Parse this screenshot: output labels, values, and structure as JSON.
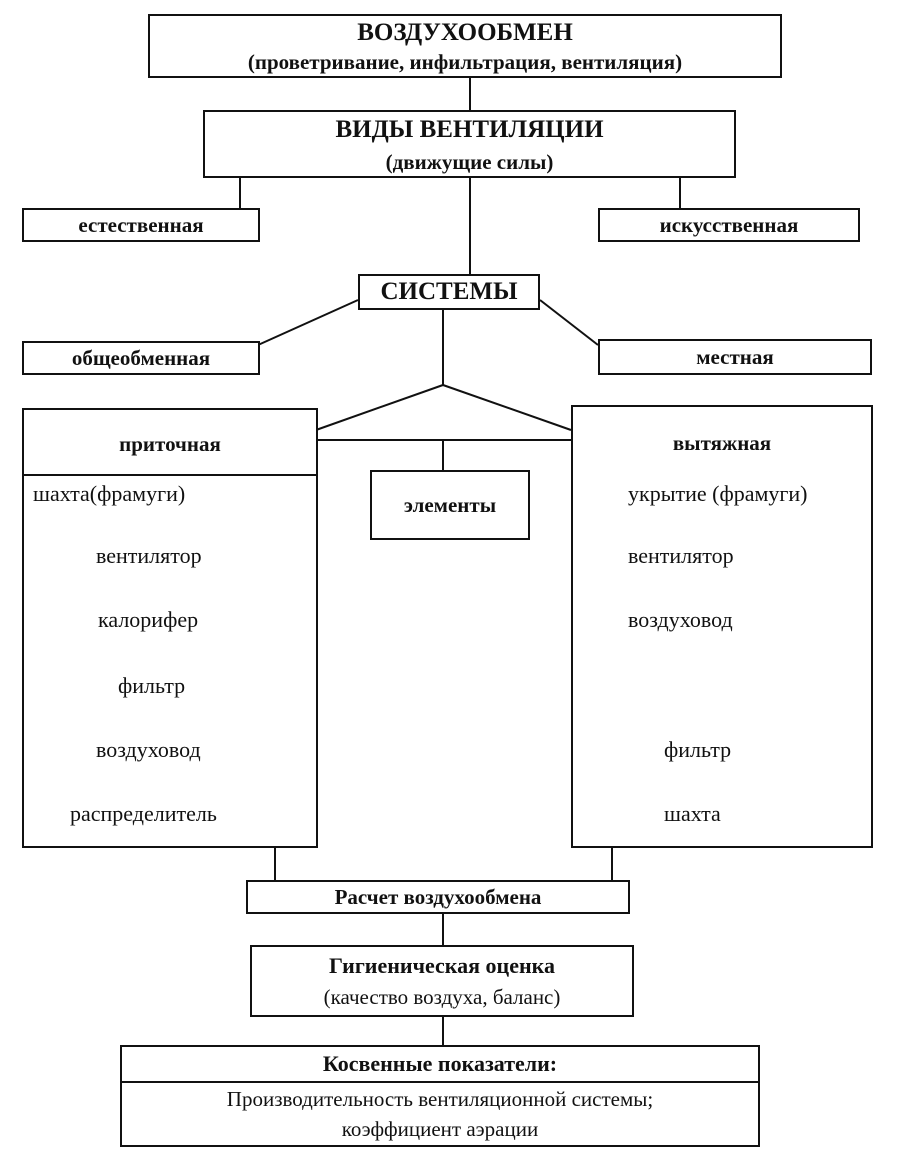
{
  "top": {
    "title": "ВОЗДУХООБМЕН",
    "subtitle": "(проветривание, инфильтрация, вентиляция)"
  },
  "types": {
    "title": "ВИДЫ ВЕНТИЛЯЦИИ",
    "subtitle": "(движущие силы)",
    "natural": "естественная",
    "artificial": "искусственная"
  },
  "systems": {
    "title": "СИСТЕМЫ",
    "general": "общеобменная",
    "local": "местная"
  },
  "supply": {
    "title": "приточная",
    "items": [
      "шахта(фрамуги)",
      "вентилятор",
      "калорифер",
      "фильтр",
      "воздуховод",
      "распределитель"
    ]
  },
  "elements": "элементы",
  "exhaust": {
    "title": "вытяжная",
    "items": [
      "укрытие (фрамуги)",
      "вентилятор",
      "воздуховод",
      "фильтр",
      "шахта"
    ]
  },
  "calc": "Расчет воздухообмена",
  "hygiene": {
    "title": "Гигиеническая оценка",
    "subtitle": "(качество воздуха, баланс)"
  },
  "indirect": {
    "title": "Косвенные показатели:",
    "line1": "Производительность вентиляционной системы;",
    "line2": "коэффициент аэрации"
  }
}
